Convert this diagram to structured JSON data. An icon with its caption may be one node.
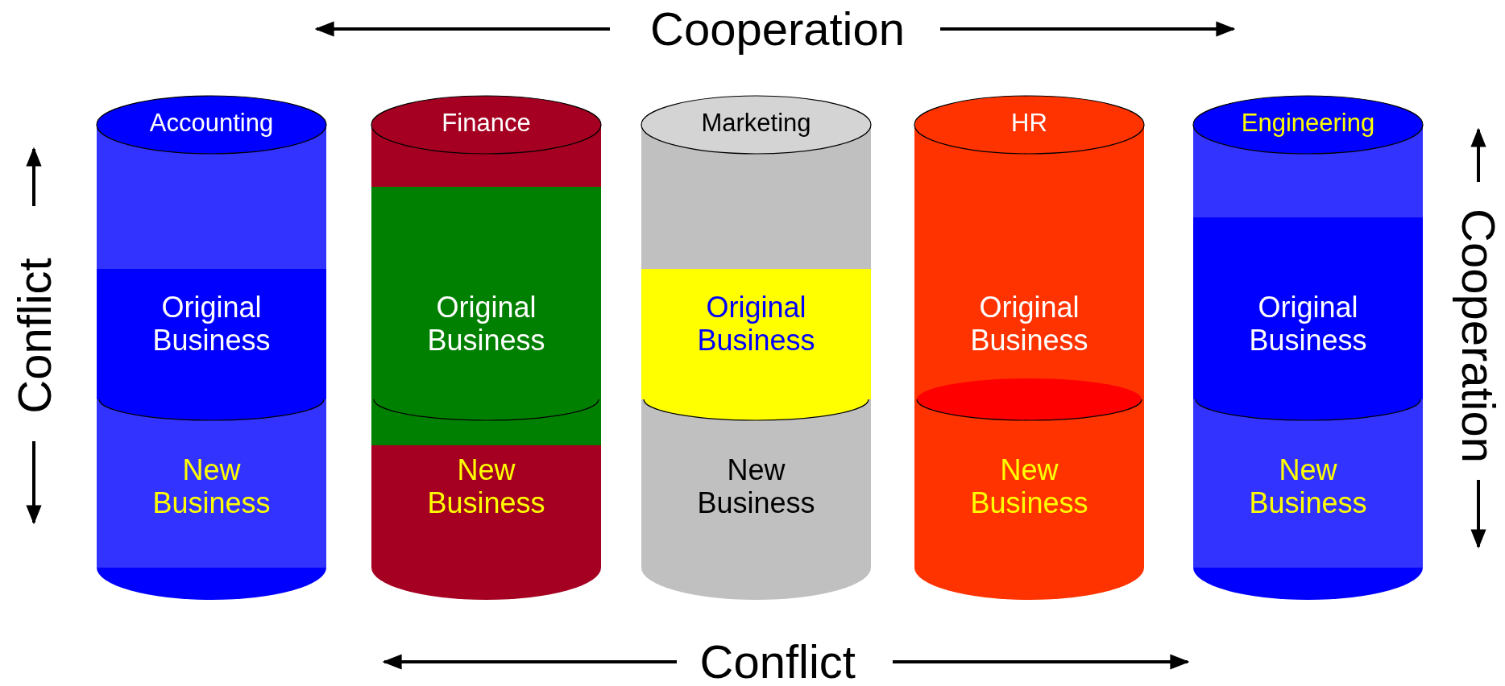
{
  "diagram": {
    "nodes": [
      {
        "text": [
          "Accounting"
        ]
      },
      {
        "text": [
          "Original Business"
        ],
        "in": 0
      },
      {
        "text": [
          "New Business"
        ],
        "in": 0
      },
      {
        "text": [
          "Finance"
        ]
      },
      {
        "text": [
          "Original Business"
        ],
        "in": 3
      },
      {
        "text": [
          "New Business"
        ],
        "in": 3
      },
      {
        "text": [
          "Marketing"
        ]
      },
      {
        "text": [
          "Original Business"
        ],
        "in": 6
      },
      {
        "text": [
          "New Business"
        ],
        "in": 6
      },
      {
        "text": [
          "HR"
        ]
      },
      {
        "text": [
          "Original Business"
        ],
        "in": 9
      },
      {
        "text": [
          "New Business"
        ],
        "in": 9
      },
      {
        "text": [
          "Engineering"
        ]
      },
      {
        "text": [
          "Original Business"
        ],
        "in": 12
      },
      {
        "text": [
          "New Business"
        ],
        "in": 12
      }
    ],
    "labels": [
      "Cooperation",
      "Conflict",
      "Cooperation",
      "Conflict"
    ]
  }
}
